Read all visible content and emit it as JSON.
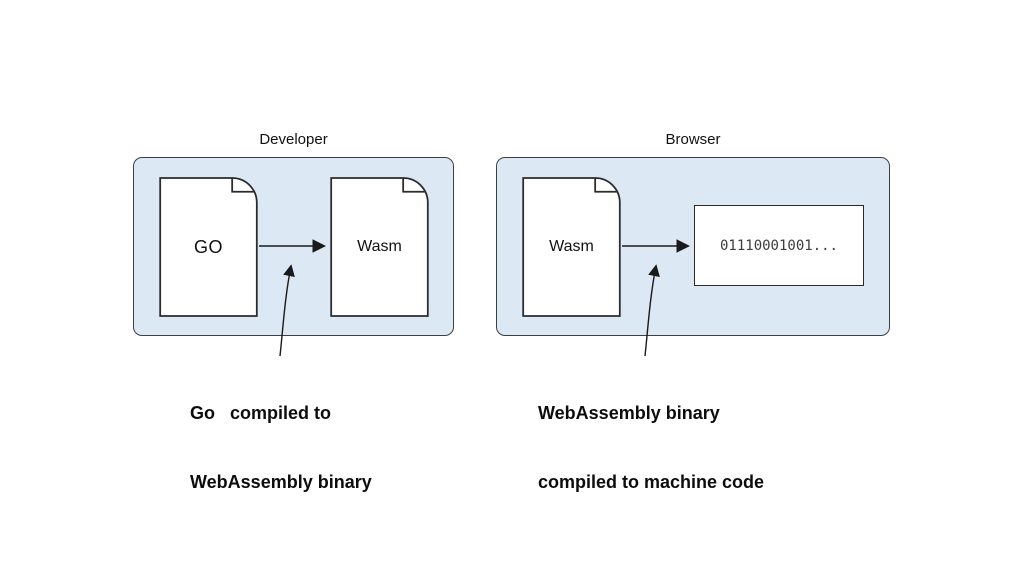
{
  "diagram": {
    "left": {
      "title": "Developer",
      "source_doc_label": "GO",
      "target_doc_label": "Wasm",
      "caption_line1": "Go   compiled to",
      "caption_line2": "WebAssembly binary"
    },
    "right": {
      "title": "Browser",
      "source_doc_label": "Wasm",
      "binary_value": "01110001001...",
      "caption_line1": "WebAssembly binary",
      "caption_line2": "compiled to machine code"
    }
  },
  "colors": {
    "panel_fill": "#dde8f5",
    "panel_border": "#3c4043",
    "shape_border": "#2b2b2b",
    "arrow": "#1a1a1a",
    "text": "#111111",
    "binary_text": "#3d3d3d"
  }
}
